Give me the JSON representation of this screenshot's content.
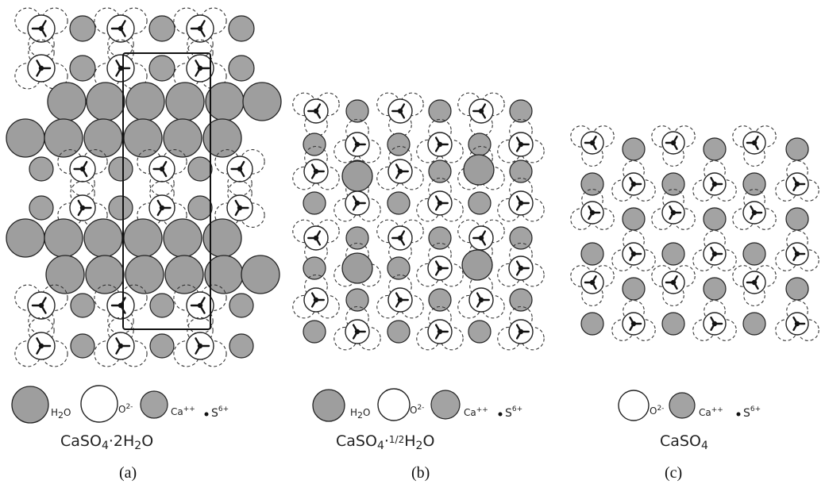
{
  "panels": [
    {
      "id": "a",
      "formula_main": "CaSO",
      "formula_sub": "4",
      "formula_rest": "·2H",
      "formula_sub2": "2",
      "formula_end": "O",
      "caption": "(a)",
      "legend": {
        "water_main": "H",
        "water_sub": "2",
        "water_end": "O",
        "oxygen_main": "O",
        "oxygen_sup": "2-",
        "calcium_main": "Ca",
        "calcium_sup": "++",
        "sulfur_main": "S",
        "sulfur_sup": "6+"
      }
    },
    {
      "id": "b",
      "formula_main": "CaSO",
      "formula_sub": "4",
      "formula_rest": "·",
      "formula_frac": "1/2",
      "formula_rest2": "H",
      "formula_sub2": "2",
      "formula_end": "O",
      "caption": "(b)",
      "legend": {
        "water_main": "H",
        "water_sub": "2",
        "water_end": "O",
        "oxygen_main": "O",
        "oxygen_sup": "2-",
        "calcium_main": "Ca",
        "calcium_sup": "++",
        "sulfur_main": "S",
        "sulfur_sup": "6+"
      }
    },
    {
      "id": "c",
      "formula_main": "CaSO",
      "formula_sub": "4",
      "caption": "(c)",
      "legend": {
        "oxygen_main": "O",
        "oxygen_sup": "2-",
        "calcium_main": "Ca",
        "calcium_sup": "++",
        "sulfur_main": "S",
        "sulfur_sup": "6+"
      }
    }
  ]
}
